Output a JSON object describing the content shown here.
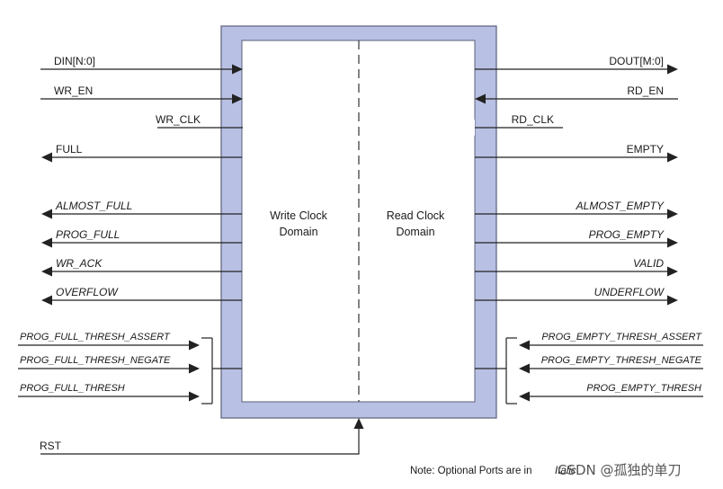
{
  "left_signals": [
    {
      "id": "din",
      "label": "DIN[N:0]",
      "dir": "in",
      "optional": false
    },
    {
      "id": "wr-en",
      "label": "WR_EN",
      "dir": "in",
      "optional": false
    },
    {
      "id": "wr-clk",
      "label": "WR_CLK",
      "dir": "clk",
      "optional": false
    },
    {
      "id": "full",
      "label": "FULL",
      "dir": "out",
      "optional": false
    },
    {
      "id": "almost-full",
      "label": "ALMOST_FULL",
      "dir": "out",
      "optional": true
    },
    {
      "id": "prog-full",
      "label": "PROG_FULL",
      "dir": "out",
      "optional": true
    },
    {
      "id": "wr-ack",
      "label": "WR_ACK",
      "dir": "out",
      "optional": true
    },
    {
      "id": "overflow",
      "label": "OVERFLOW",
      "dir": "out",
      "optional": true
    }
  ],
  "right_signals": [
    {
      "id": "dout",
      "label": "DOUT[M:0]",
      "dir": "out",
      "optional": false
    },
    {
      "id": "rd-en",
      "label": "RD_EN",
      "dir": "in",
      "optional": false
    },
    {
      "id": "rd-clk",
      "label": "RD_CLK",
      "dir": "clk",
      "optional": false
    },
    {
      "id": "empty",
      "label": "EMPTY",
      "dir": "out",
      "optional": false
    },
    {
      "id": "almost-empty",
      "label": "ALMOST_EMPTY",
      "dir": "out",
      "optional": true
    },
    {
      "id": "prog-empty",
      "label": "PROG_EMPTY",
      "dir": "out",
      "optional": true
    },
    {
      "id": "valid",
      "label": "VALID",
      "dir": "out",
      "optional": true
    },
    {
      "id": "underflow",
      "label": "UNDERFLOW",
      "dir": "out",
      "optional": true
    }
  ],
  "left_thresholds": [
    "PROG_FULL_THRESH_ASSERT",
    "PROG_FULL_THRESH_NEGATE",
    "PROG_FULL_THRESH"
  ],
  "right_thresholds": [
    "PROG_EMPTY_THRESH_ASSERT",
    "PROG_EMPTY_THRESH_NEGATE",
    "PROG_EMPTY_THRESH"
  ],
  "domains": {
    "write_line1": "Write Clock",
    "write_line2": "Domain",
    "read_line1": "Read Clock",
    "read_line2": "Domain"
  },
  "reset_label": "RST",
  "note": "Note: Optional Ports are in",
  "note_tail": "Italic",
  "watermark": "CSDN @孤独的单刀",
  "colors": {
    "frame_fill": "#b8c0e4",
    "frame_stroke": "#5a5f7a",
    "line": "#222222"
  }
}
